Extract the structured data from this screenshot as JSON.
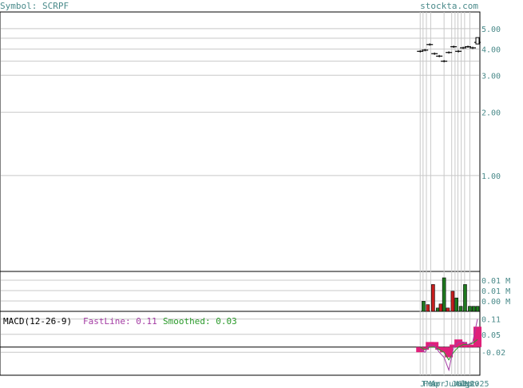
{
  "header": {
    "symbol_text": "Symbol: SCRPF",
    "site_text": "stockta.com"
  },
  "colors": {
    "header_text": "#4a8a8a",
    "frame": "#000000",
    "grid": "#c8c8c8",
    "axis_text": "#4a8a8a",
    "price_line": "#000000",
    "volume_up": "#1f7a1f",
    "volume_down": "#c81e1e",
    "macd_label": "#000000",
    "fastline": "#a43ca4",
    "smoothed": "#2a9a2a",
    "histogram": "#e0207a"
  },
  "chart_data": [
    {
      "type": "line",
      "name": "price",
      "scale": "log",
      "ylim": [
        0.35,
        6.0
      ],
      "yticks": [
        "5.00",
        "4.00",
        "3.00",
        "2.00",
        "1.00"
      ],
      "ytick_values": [
        5.0,
        4.0,
        3.0,
        2.0,
        1.0
      ],
      "xlim": [
        0,
        100
      ],
      "x": [
        88,
        89,
        90,
        91,
        92,
        93,
        94,
        95,
        96,
        97,
        98,
        99,
        100
      ],
      "values": [
        3.9,
        3.95,
        4.2,
        3.8,
        3.7,
        3.5,
        3.85,
        4.1,
        3.9,
        4.05,
        4.1,
        4.05,
        4.3
      ]
    },
    {
      "type": "bar",
      "name": "volume",
      "yticks": [
        "0.01 M",
        "0.01 M",
        "0.00 M"
      ],
      "ymax": 10,
      "bars": [
        {
          "x": 88.7,
          "value": 3.0,
          "up": true
        },
        {
          "x": 89.6,
          "value": 2.0,
          "up": false
        },
        {
          "x": 90.7,
          "value": 8.0,
          "up": false
        },
        {
          "x": 91.7,
          "value": 1.0,
          "up": true
        },
        {
          "x": 92.3,
          "value": 2.2,
          "up": false
        },
        {
          "x": 93.0,
          "value": 10.0,
          "up": true
        },
        {
          "x": 93.8,
          "value": 1.0,
          "up": false
        },
        {
          "x": 94.8,
          "value": 6.0,
          "up": false
        },
        {
          "x": 95.6,
          "value": 4.0,
          "up": true
        },
        {
          "x": 96.5,
          "value": 1.5,
          "up": true
        },
        {
          "x": 97.4,
          "value": 8.0,
          "up": true
        },
        {
          "x": 98.4,
          "value": 1.5,
          "up": true
        },
        {
          "x": 99.2,
          "value": 1.5,
          "up": true
        },
        {
          "x": 100.0,
          "value": 1.5,
          "up": true
        }
      ]
    },
    {
      "type": "line",
      "name": "macd",
      "title": "MACD(12-26-9)",
      "legend": {
        "fast_label": "FastLine: 0.11",
        "smooth_label": "Smoothed: 0.03"
      },
      "yticks": [
        "0.11",
        "0.05",
        "-0.02"
      ],
      "ytick_values": [
        0.11,
        0.05,
        -0.02
      ],
      "ylim": [
        -0.11,
        0.14
      ],
      "zero": 0.0,
      "x": [
        88,
        89,
        90,
        91,
        92,
        93,
        94,
        95,
        96,
        97,
        98,
        99,
        100
      ],
      "fast": [
        -0.01,
        -0.02,
        0.01,
        0.005,
        -0.02,
        -0.04,
        -0.09,
        0.0,
        0.02,
        0.02,
        0.01,
        0.02,
        0.11
      ],
      "smoothed": [
        0.0,
        -0.01,
        0.0,
        0.0,
        -0.01,
        -0.02,
        -0.05,
        -0.02,
        0.0,
        0.01,
        0.01,
        0.015,
        0.03
      ],
      "histogram": [
        -0.02,
        -0.01,
        0.02,
        0.02,
        -0.01,
        -0.02,
        -0.04,
        0.01,
        0.03,
        0.02,
        0.01,
        0.01,
        0.08
      ]
    }
  ],
  "x_axis": {
    "labels": [
      "J",
      "Feb",
      "Mar",
      "Apr",
      "Jun",
      "Jul",
      "Aug",
      "Sep",
      "Oct",
      "Nov",
      "2025"
    ],
    "positions": [
      88.0,
      88.6,
      89.3,
      90.2,
      93.0,
      94.6,
      95.3,
      95.9,
      96.6,
      97.3,
      98.4
    ]
  }
}
